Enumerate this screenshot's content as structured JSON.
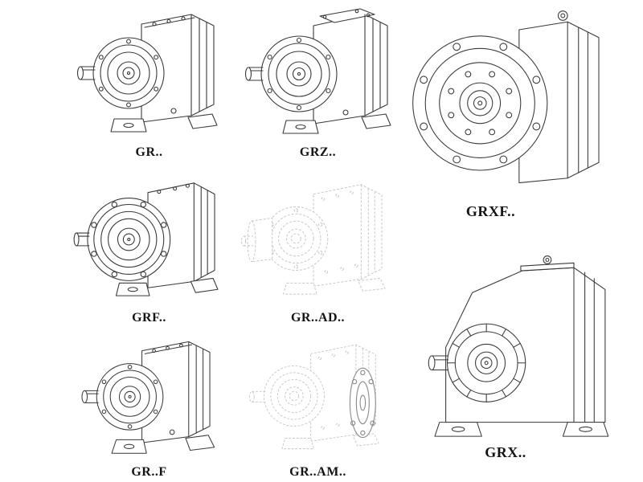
{
  "colors": {
    "background": "#ffffff",
    "line_ink": "#3a3a3a",
    "ghost_line": "#c6c6c6",
    "flange_line": "#8c8c8c",
    "label_text": "#141414"
  },
  "figures": {
    "gr": {
      "label": "GR.."
    },
    "grz": {
      "label": "GRZ.."
    },
    "grxf": {
      "label": "GRXF.."
    },
    "grf": {
      "label": "GRF.."
    },
    "grad": {
      "label": "GR..AD.."
    },
    "grff": {
      "label": "GR..F"
    },
    "gram": {
      "label": "GR..AM.."
    },
    "grx": {
      "label": "GRX.."
    }
  }
}
